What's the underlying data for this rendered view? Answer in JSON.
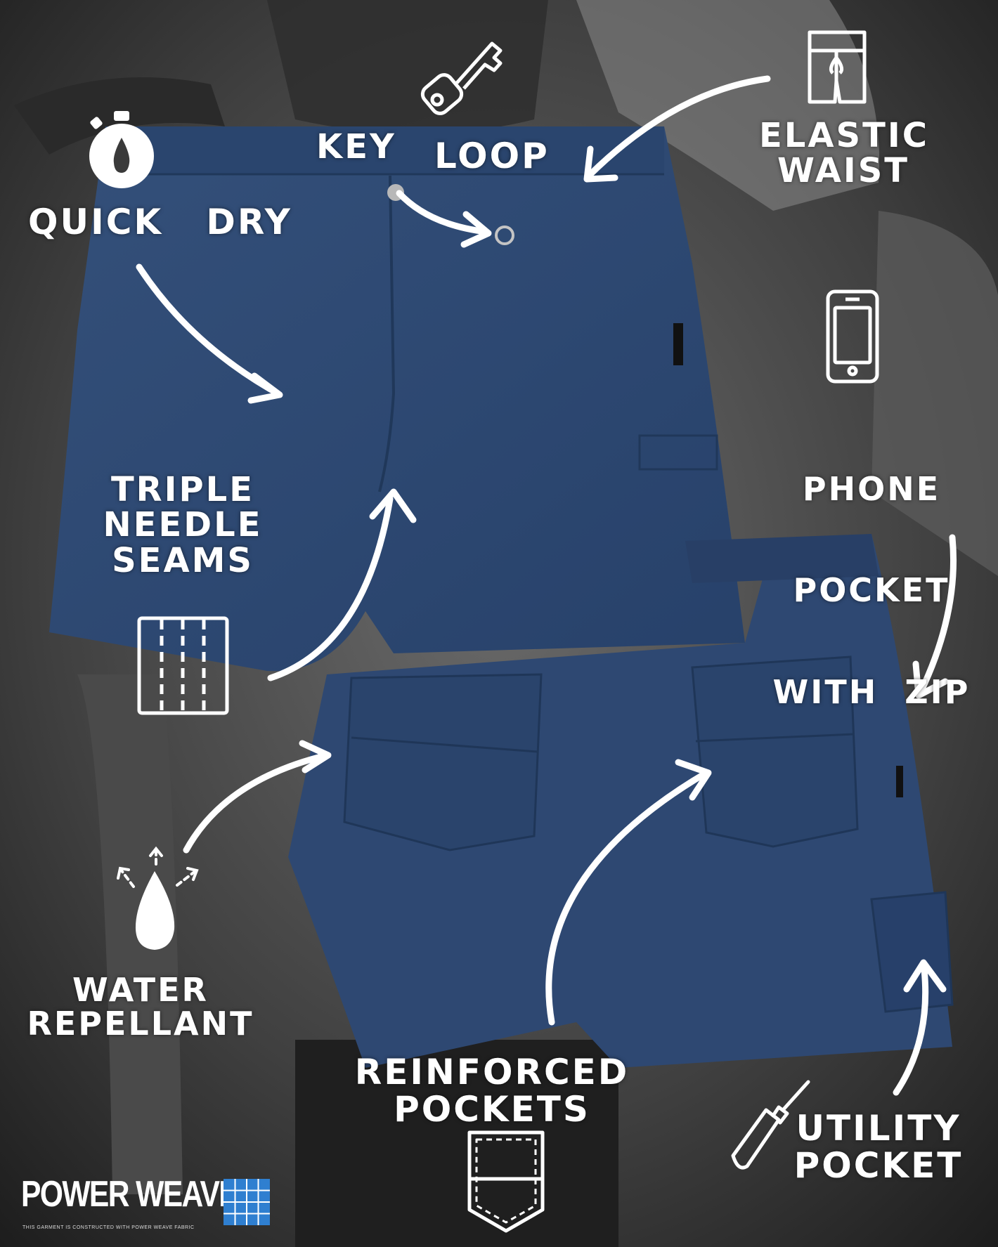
{
  "features": {
    "quick_dry": "QUICK   DRY",
    "key_loop_key": "KEY",
    "key_loop_loop": "LOOP",
    "elastic_line1": "ELASTIC",
    "elastic_line2": "WAIST",
    "phone_line1": "PHONE",
    "phone_line2": "POCKET",
    "phone_line3": "WITH  ZIP",
    "triple_line1": "TRIPLE",
    "triple_line2": "NEEDLE",
    "triple_line3": "SEAMS",
    "water_line1": "WATER",
    "water_line2": "REPELLANT",
    "reinforced_line1": "REINFORCED",
    "reinforced_line2": "POCKETS",
    "utility_line1": "UTILITY",
    "utility_line2": "POCKET"
  },
  "brand": {
    "name": "POWER WEAVE",
    "tagline": "This garment is constructed with Power Weave fabric"
  },
  "colors": {
    "shorts": "#2f4a72",
    "shorts_dark": "#243a5c",
    "background": "#3a3a3a",
    "label": "#ffffff",
    "brand_grid": "#2f7fd0"
  },
  "icons": [
    "stopwatch-drop-icon",
    "key-icon",
    "shorts-drawstring-icon",
    "phone-icon",
    "seam-swatch-icon",
    "water-drop-icon",
    "screwdriver-icon",
    "pocket-icon",
    "brand-grid-logo"
  ]
}
